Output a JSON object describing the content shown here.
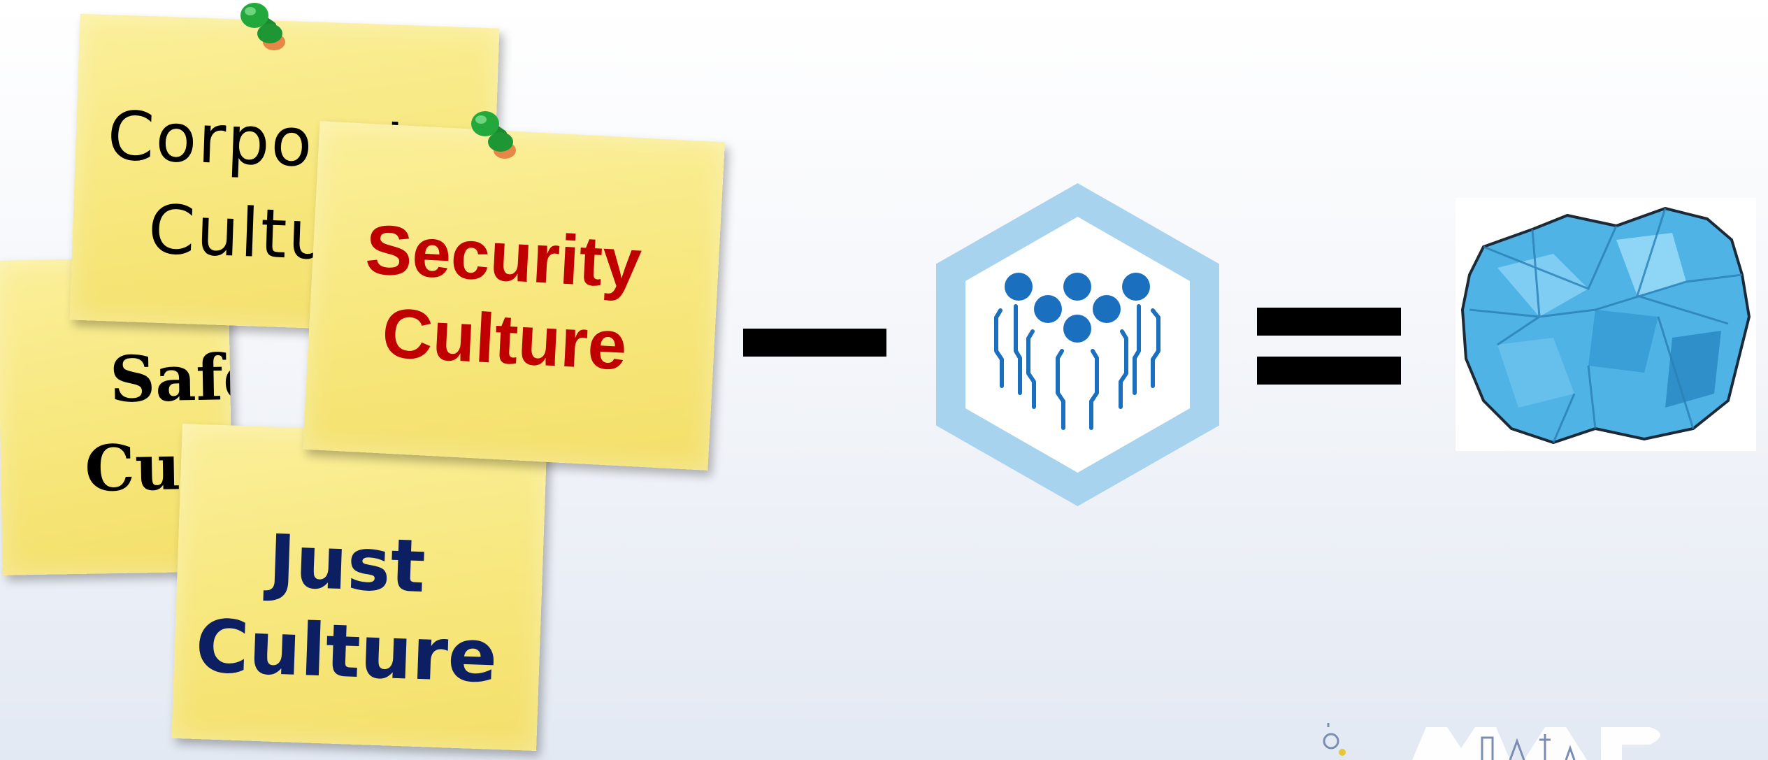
{
  "notes": {
    "corporate": {
      "line1": "Corporate",
      "line2": "Culture"
    },
    "safety": {
      "line1": "Safety",
      "line2": "Culture"
    },
    "security": {
      "line1": "Security",
      "line2": "Culture"
    },
    "just": {
      "line1": "Just",
      "line2": "Culture"
    }
  },
  "operators": {
    "minus": "−",
    "equals": "="
  },
  "colors": {
    "note_yellow": "#f7e77c",
    "security_text": "#c00000",
    "just_text": "#0d1f63",
    "hexagon_outer": "#a8d3ef",
    "people_icon": "#1a6fbf",
    "paper_ball": "#4fb3e6",
    "pin_green": "#22a33a"
  },
  "icons": {
    "hexagon": "people-group-icon",
    "result": "crumpled-paper-ball-icon",
    "logo": "corner-logo-icon"
  }
}
